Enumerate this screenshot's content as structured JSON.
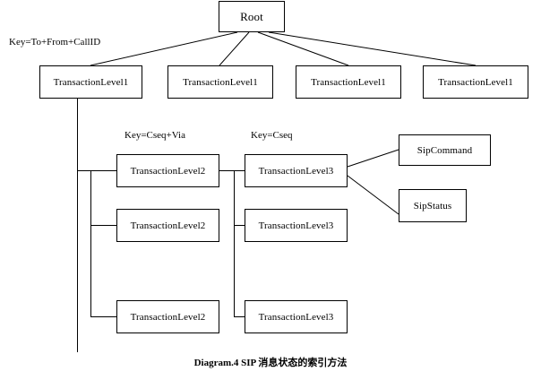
{
  "diagram": {
    "caption": "Diagram.4 SIP 消息状态的索引方法",
    "root": {
      "label": "Root"
    },
    "key_labels": [
      {
        "name": "key-to-from-callid",
        "text": "Key=To+From+CallID"
      },
      {
        "name": "key-cseq-via",
        "text": "Key=Cseq+Via"
      },
      {
        "name": "key-cseq",
        "text": "Key=Cseq"
      }
    ],
    "level1_nodes": [
      {
        "label": "TransactionLevel1"
      },
      {
        "label": "TransactionLevel1"
      },
      {
        "label": "TransactionLevel1"
      },
      {
        "label": "TransactionLevel1"
      }
    ],
    "level2_nodes": [
      {
        "label": "TransactionLevel2"
      },
      {
        "label": "TransactionLevel2"
      },
      {
        "label": "TransactionLevel2"
      }
    ],
    "level3_nodes": [
      {
        "label": "TransactionLevel3"
      },
      {
        "label": "TransactionLevel3"
      },
      {
        "label": "TransactionLevel3"
      }
    ],
    "leaf_nodes": [
      {
        "label": "SipCommand"
      },
      {
        "label": "SipStatus"
      }
    ],
    "colors": {
      "stroke": "#000000",
      "background": "#ffffff",
      "text": "#000000"
    }
  }
}
